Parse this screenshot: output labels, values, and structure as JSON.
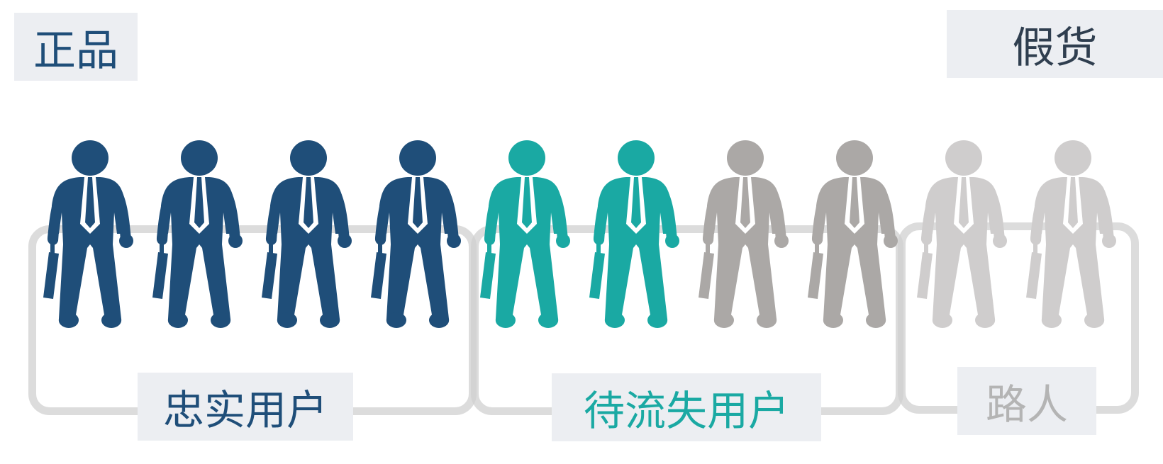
{
  "corners": {
    "left_label": "正品",
    "right_label": "假货"
  },
  "groups": [
    {
      "id": "loyal",
      "label": "忠实用户",
      "color": "#1f4e79",
      "count": 4
    },
    {
      "id": "churn",
      "label": "待流失用户",
      "color": "#1aa9a3",
      "count": 2
    },
    {
      "id": "passer_mid",
      "label": "",
      "color": "#aba8a6",
      "count": 2
    },
    {
      "id": "passer",
      "label": "路人",
      "color": "#cfcdcd",
      "count": 2
    }
  ],
  "people_colors": [
    "#1f4e79",
    "#1f4e79",
    "#1f4e79",
    "#1f4e79",
    "#1aa9a3",
    "#1aa9a3",
    "#aba8a6",
    "#aba8a6",
    "#cfcdcd",
    "#cfcdcd"
  ],
  "icon": "businessman-with-briefcase-icon"
}
